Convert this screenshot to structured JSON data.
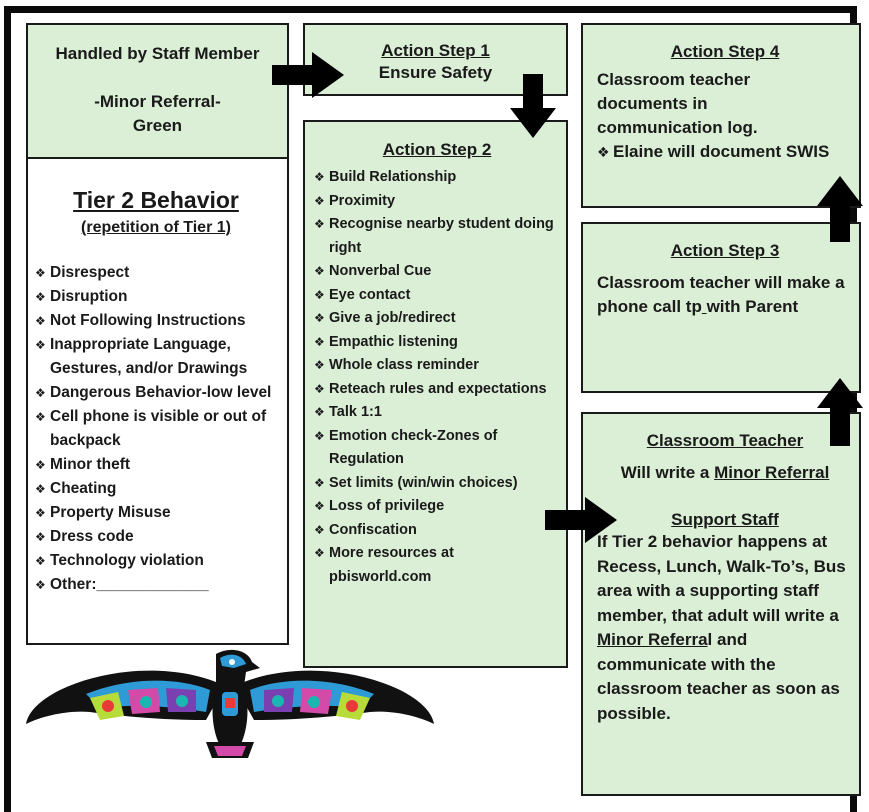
{
  "staff_box": {
    "line1": "Handled by Staff Member",
    "line2": "-Minor  Referral-",
    "line3": "Green"
  },
  "tier2": {
    "title": "Tier 2 Behavior",
    "subtitle": "(repetition of Tier 1)",
    "items": [
      "Disrespect",
      "Disruption",
      "Not Following Instructions",
      "Inappropriate Language, Gestures, and/or Drawings",
      "Dangerous Behavior-low level",
      "Cell phone is visible or out of backpack",
      "Minor theft",
      "Cheating",
      "Property Misuse",
      "Dress code",
      "Technology violation",
      "Other:_____________"
    ]
  },
  "step1": {
    "title": "Action Step 1",
    "text": "Ensure Safety"
  },
  "step2": {
    "title": "Action Step 2",
    "items": [
      "Build Relationship",
      "Proximity",
      "Recognise nearby student doing right",
      "Nonverbal Cue",
      "Eye contact",
      "Give a job/redirect",
      "Empathic listening",
      "Whole class reminder",
      "Reteach rules and expectations",
      "Talk 1:1",
      "Emotion check-Zones of Regulation",
      "Set limits (win/win choices)",
      "Loss of privilege",
      "Confiscation",
      "More resources at pbisworld.com"
    ]
  },
  "step4": {
    "title": "Action Step 4",
    "text": "Classroom teacher documents in communication log.",
    "bullet": "Elaine will document SWIS"
  },
  "step3": {
    "title": "Action Step 3",
    "text_a": "Classroom teacher will make a phone call tp",
    "text_b": "with Parent"
  },
  "teacher_box": {
    "title": "Classroom Teacher",
    "will_write": "Will write a ",
    "minor_referral": "Minor Referral",
    "support_title": "Support Staff",
    "support_text_a": "If Tier 2 behavior  happens at Recess, Lunch, Walk-To’s, Bus area with a supporting staff member, that adult will write a ",
    "minor_referra": "Minor Referra",
    "l": "l",
    "support_text_b": " and communicate with the classroom teacher as soon as possible."
  },
  "colors": {
    "box_green": "#dbeed6",
    "border": "#1a1a1a",
    "arrow": "#000000"
  },
  "icons": {
    "bullet": "diamond-bullet-icon",
    "logo": "thunderbird-logo"
  }
}
